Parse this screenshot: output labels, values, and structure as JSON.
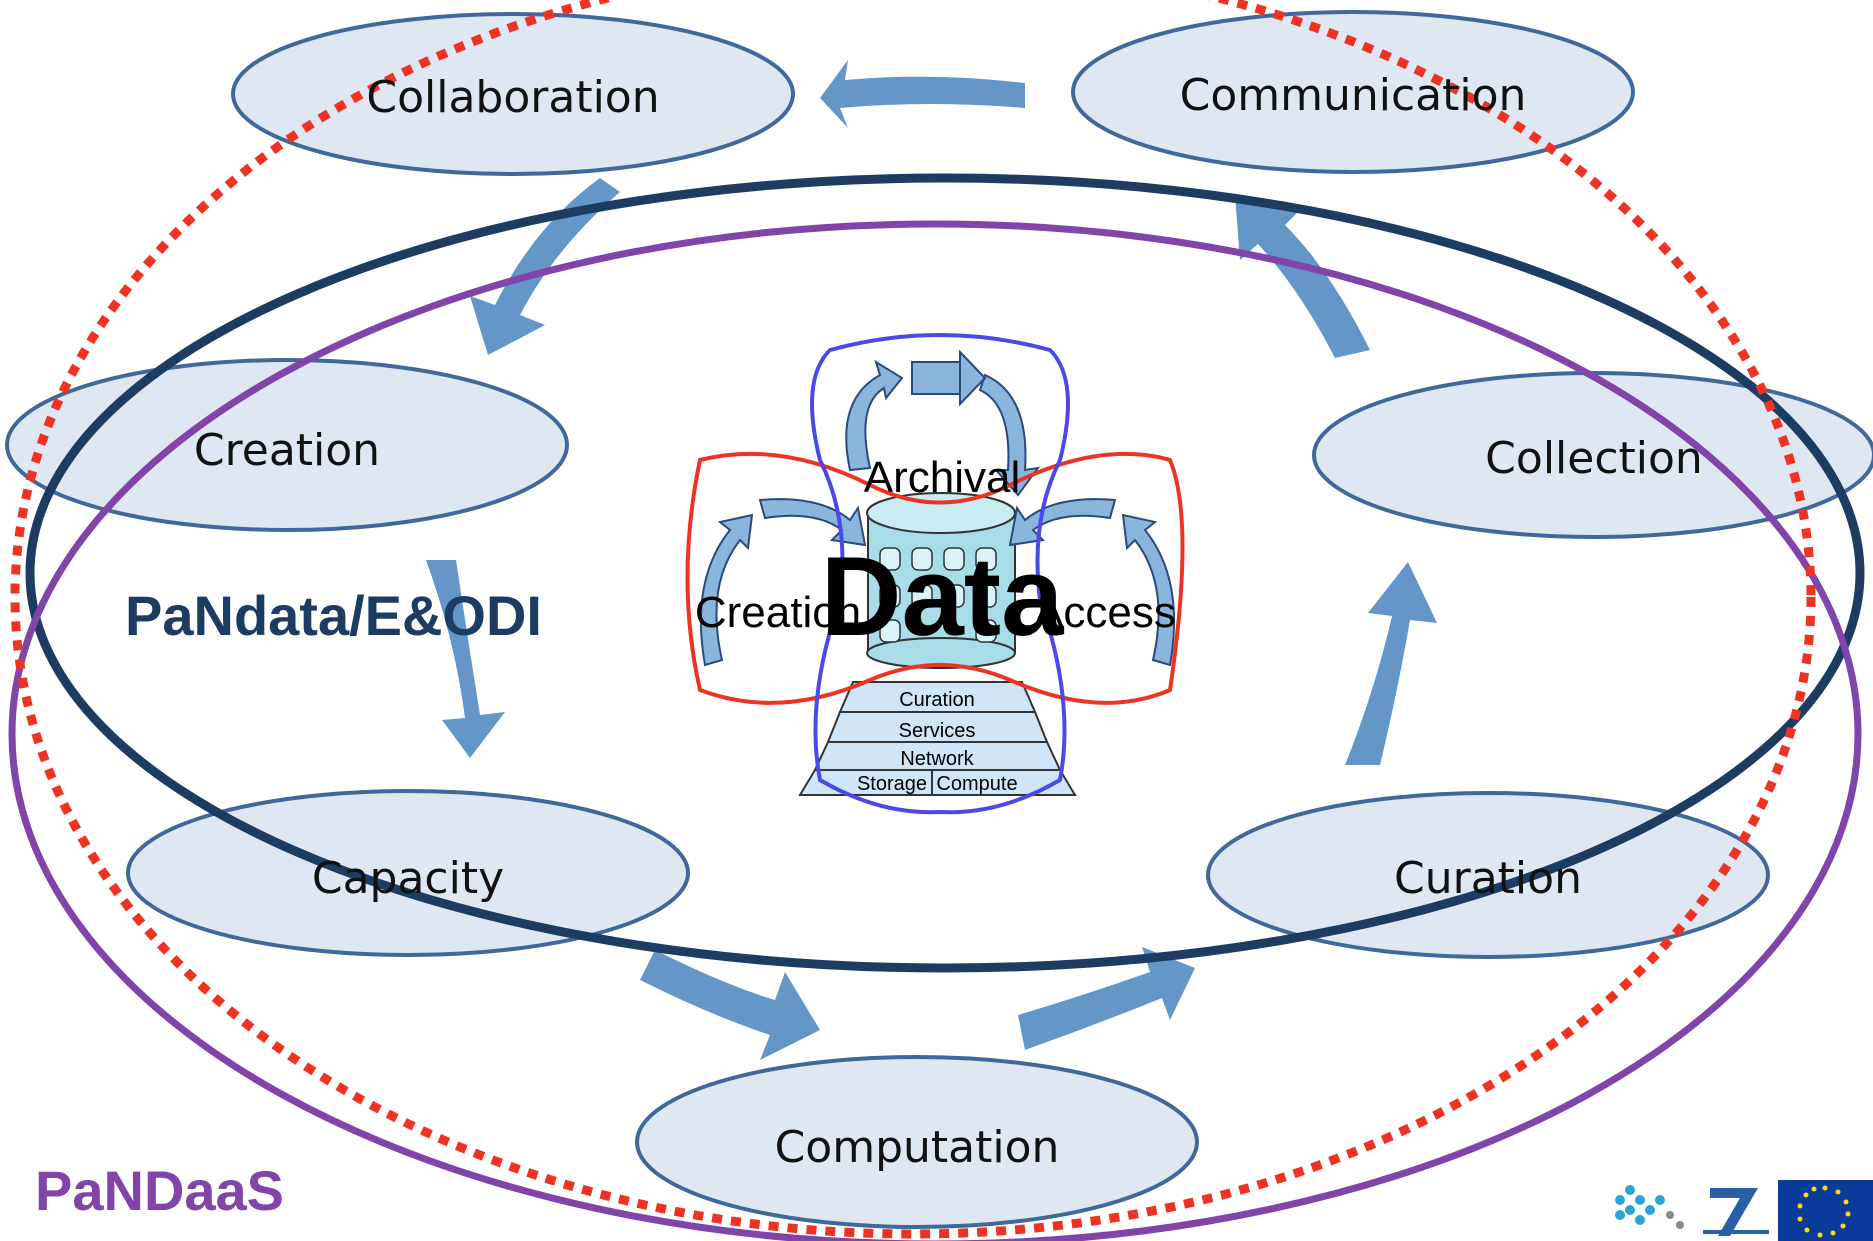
{
  "diagram": {
    "nodes": {
      "collaboration": "Collaboration",
      "communication": "Communication",
      "creation": "Creation",
      "collection": "Collection",
      "capacity": "Capacity",
      "curation": "Curation",
      "computation": "Computation"
    },
    "center": {
      "data": "Data",
      "archival": "Archival",
      "creation": "Creation",
      "access": "Access"
    },
    "stack": {
      "curation": "Curation",
      "services": "Services",
      "network": "Network",
      "storage": "Storage",
      "compute": "Compute"
    },
    "projects": {
      "pandata": "PaNdata/E&ODI",
      "pandaas": "PaNDaaS"
    },
    "colors": {
      "node_fill": "#dfe7f2",
      "node_stroke": "#41689a",
      "arrow": "#6496c8",
      "pandata": "#1c3c62",
      "pandaas": "#8144a8",
      "dotted": "#ee3322",
      "center_red": "#ee3322",
      "center_blue": "#4a4ae8",
      "drum": "#a8dde8",
      "stack_layer": "#cfe6f8"
    },
    "logos": {
      "left_icon": "e-infrastructure-logo",
      "middle_icon": "fp7-logo",
      "right_icon": "eu-flag-logo"
    }
  }
}
